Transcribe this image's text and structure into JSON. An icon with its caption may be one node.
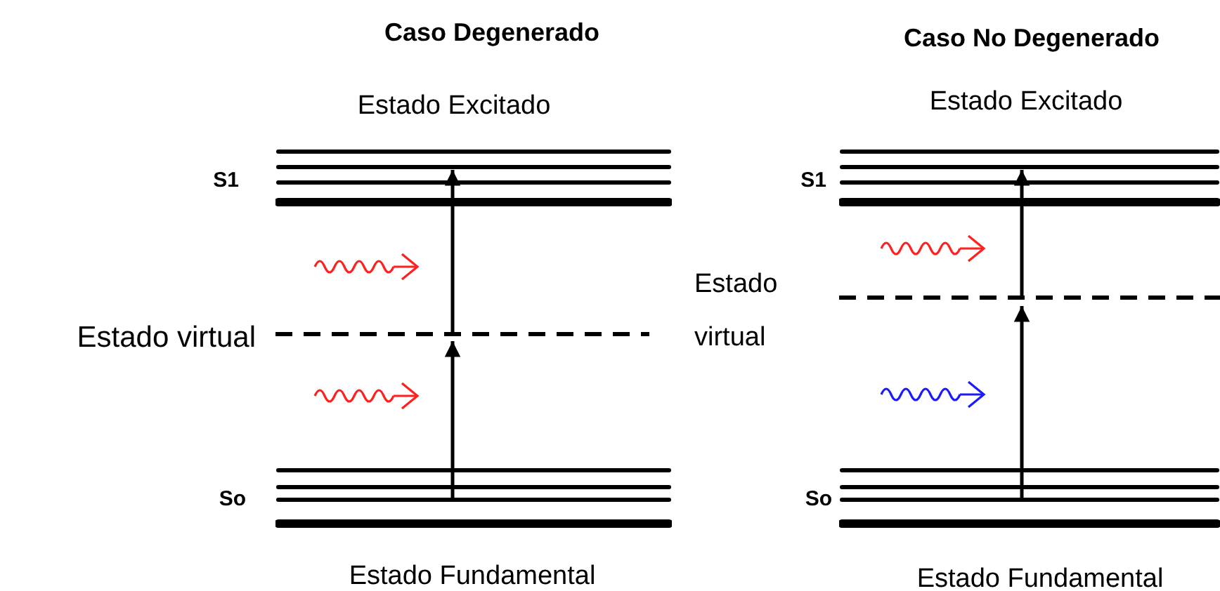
{
  "diagram": {
    "nodes": [
      {
        "text": [],
        "shape": "bar",
        "beside": [
          "S1",
          "Estado Excitado"
        ]
      },
      {
        "text": [],
        "shape": "bar",
        "beside": [
          "Estado virtual"
        ]
      },
      {
        "text": [],
        "shape": "bar",
        "beside": [
          "So",
          "Estado Fundamental"
        ]
      },
      {
        "text": [],
        "shape": "bar",
        "beside": [
          "S1",
          "Estado Excitado"
        ]
      },
      {
        "text": [],
        "shape": "bar",
        "beside": [
          "Estado virtual"
        ]
      },
      {
        "text": [],
        "shape": "bar",
        "beside": [
          "So",
          "Estado Fundamental"
        ]
      }
    ],
    "edges": [
      {
        "from": 2,
        "to": 1,
        "arrow": "to"
      },
      {
        "from": 1,
        "to": 0,
        "arrow": "to"
      },
      {
        "from": 5,
        "to": 4,
        "arrow": "to"
      },
      {
        "from": 4,
        "to": 3,
        "arrow": "to"
      }
    ],
    "labels": [
      "Caso Degenerado",
      "Caso No Degenerado"
    ]
  }
}
